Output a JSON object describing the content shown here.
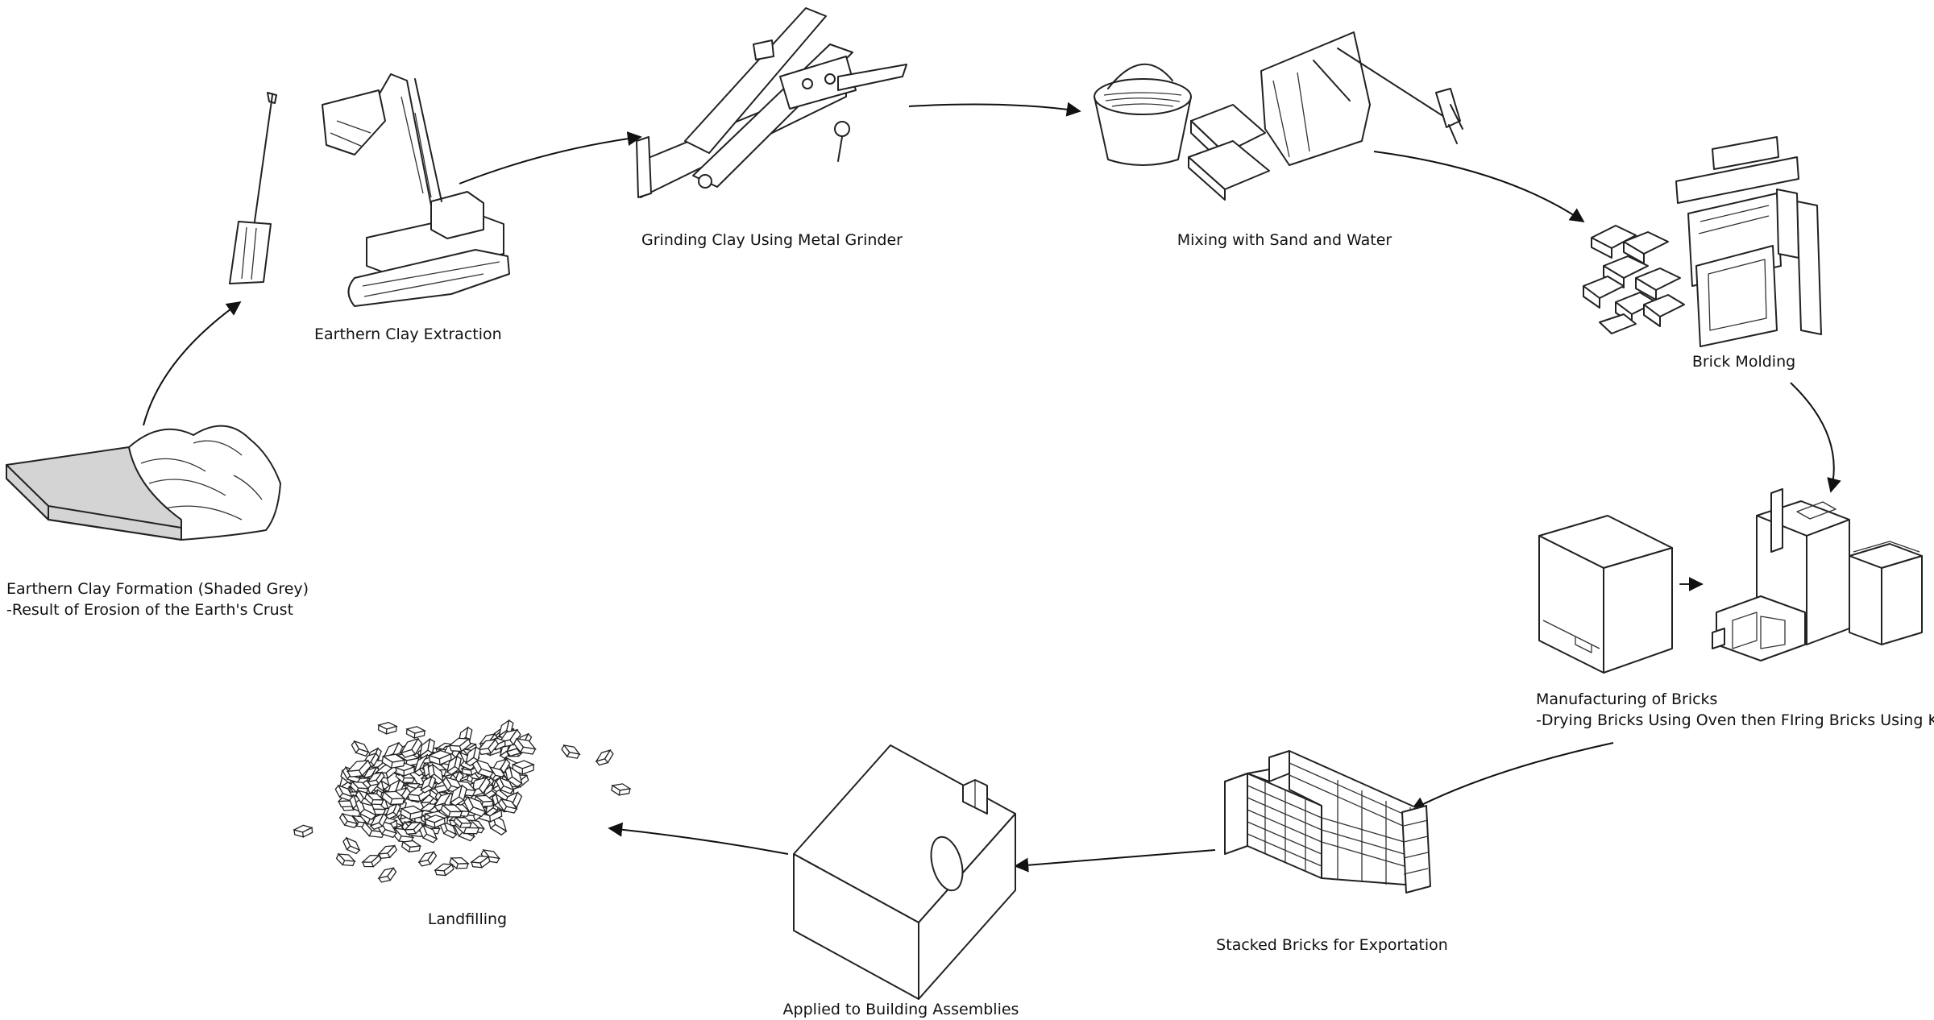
{
  "steps": [
    {
      "id": "formation",
      "line1": "Earthern Clay Formation (Shaded Grey)",
      "line2": "-Result of Erosion of the Earth's Crust"
    },
    {
      "id": "extraction",
      "line1": "Earthern Clay Extraction"
    },
    {
      "id": "grinding",
      "line1": "Grinding Clay Using Metal Grinder"
    },
    {
      "id": "mixing",
      "line1": "Mixing with Sand and Water"
    },
    {
      "id": "molding",
      "line1": "Brick Molding"
    },
    {
      "id": "manufacturing",
      "line1": "Manufacturing of Bricks",
      "line2": "-Drying Bricks Using Oven then FIring Bricks Using Kiln"
    },
    {
      "id": "stacked",
      "line1": "Stacked Bricks for Exportation"
    },
    {
      "id": "building",
      "line1": "Applied to Building Assemblies"
    },
    {
      "id": "landfill",
      "line1": "Landfilling"
    }
  ],
  "colors": {
    "ink": "#222222",
    "clay_grey": "#d4d4d4",
    "background": "#ffffff"
  }
}
